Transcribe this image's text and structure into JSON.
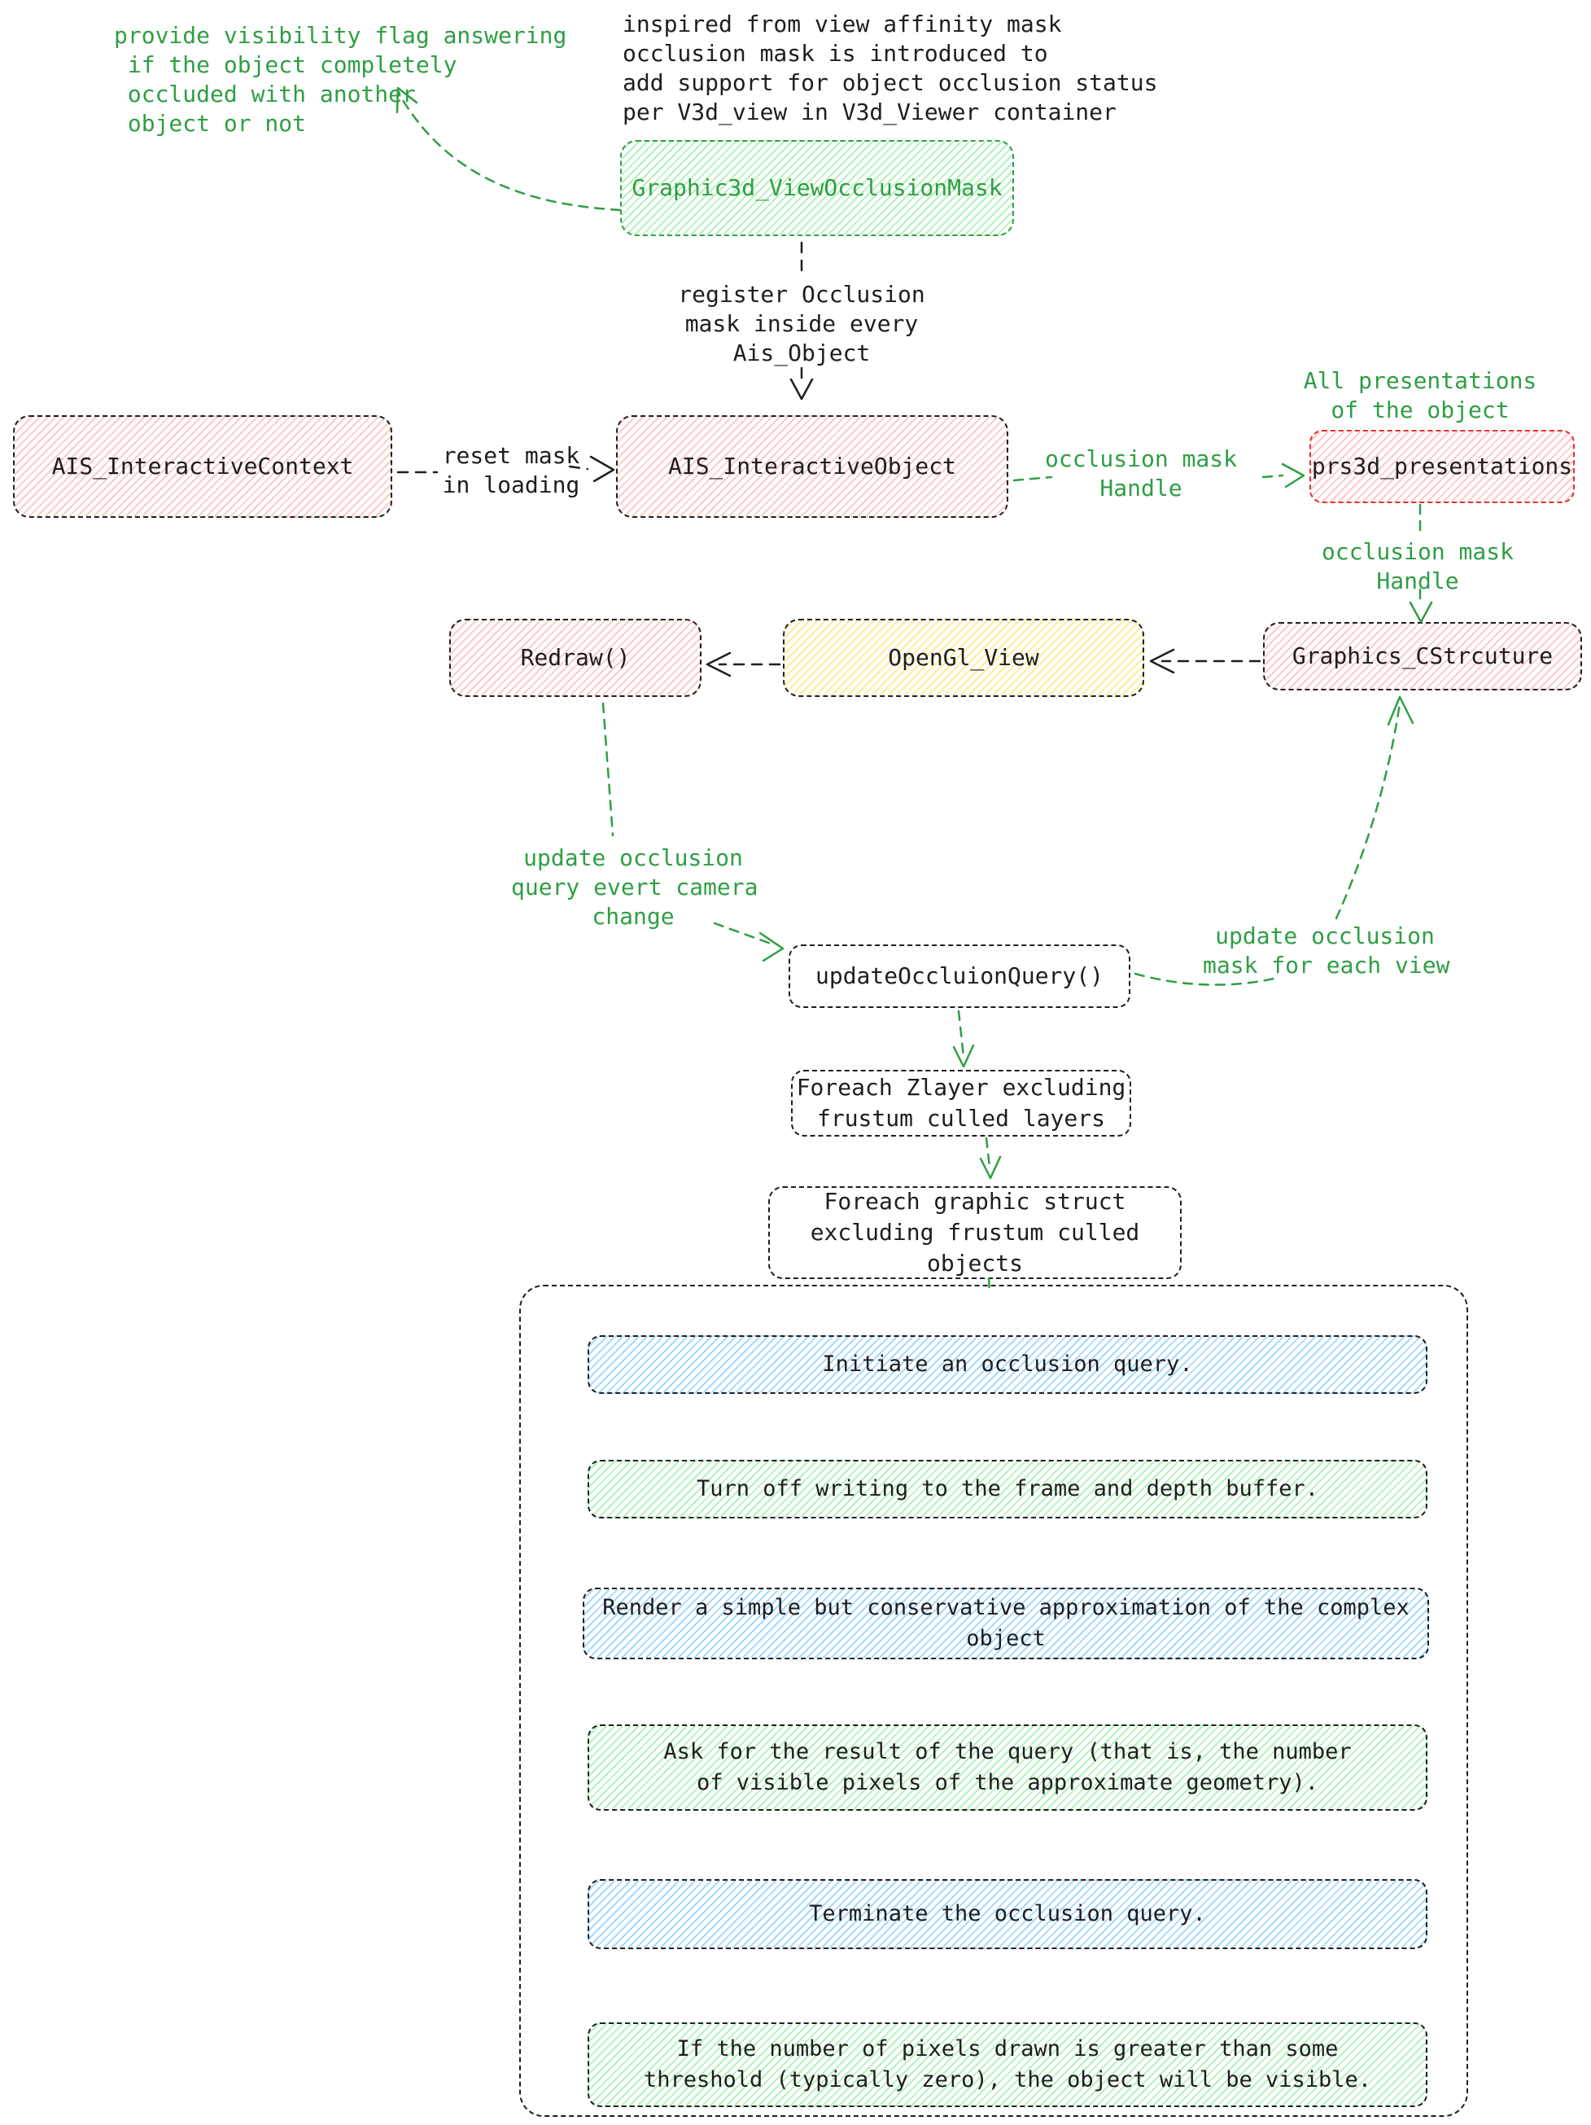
{
  "palette": {
    "green_stroke": "#2f9e44",
    "red_stroke": "#e03131",
    "black_stroke": "#1e1e1e",
    "pink_fill": "#ffc9c9",
    "yellow_fill": "#ffec99",
    "blue_fill": "#a5d8ff",
    "green_fill": "#b2f2bb"
  },
  "notes": {
    "visibility": "provide visibility flag answering\n if the object completely\n occluded with another\n object or not",
    "inspired": "inspired from view affinity mask\nocclusion mask is introduced to\nadd support for object occlusion status\nper V3d_view in V3d_Viewer container",
    "register": "register Occlusion\nmask inside every\nAis_Object",
    "reset_mask": "reset mask\nin loading",
    "occlusion_handle_left": "occlusion mask\nHandle",
    "all_presentations": "All presentations\nof the object",
    "occlusion_handle_right": "occlusion mask\nHandle",
    "update_query": "update occlusion\nquery evert camera\nchange",
    "update_mask": "update occlusion\nmask for each view"
  },
  "nodes": {
    "graphic3d": "Graphic3d_ViewOcclusionMask",
    "ais_context": "AIS_InteractiveContext",
    "ais_object": "AIS_InteractiveObject",
    "prs3d": "prs3d_presentations",
    "redraw": "Redraw()",
    "opengl_view": "OpenGl_View",
    "graphics_cstructure": "Graphics_CStrcuture",
    "update_occlusion_query": "updateOccluionQuery()",
    "foreach_zlayer": "Foreach Zlayer excluding\nfrustum culled layers",
    "foreach_struct": "Foreach graphic struct\nexcluding frustum culled\nobjects"
  },
  "steps": [
    {
      "label": "Initiate an occlusion query.",
      "color": "blue"
    },
    {
      "label": "Turn off writing to the frame and depth buffer.",
      "color": "green"
    },
    {
      "label": "Render a simple but conservative approximation of the complex\nobject",
      "color": "blue"
    },
    {
      "label": "Ask for the result of the query (that is, the number\nof visible pixels of the approximate geometry).",
      "color": "green"
    },
    {
      "label": "Terminate the occlusion query.",
      "color": "blue"
    },
    {
      "label": "If the number of pixels drawn is greater than some\nthreshold (typically zero), the object will be visible.",
      "color": "green"
    }
  ]
}
